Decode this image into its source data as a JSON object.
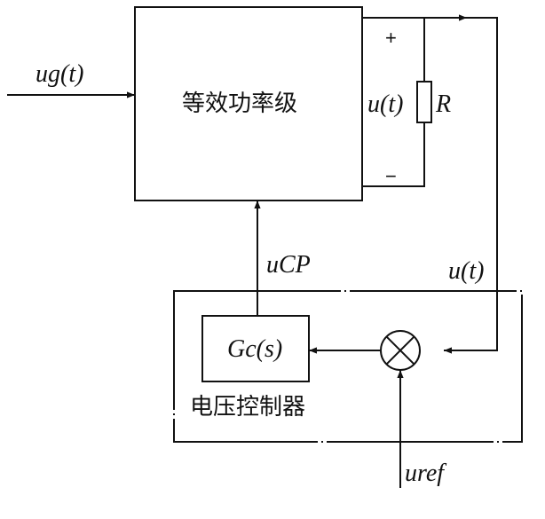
{
  "blocks": {
    "power_stage": "等效功率级",
    "controller": "电压控制器"
  },
  "signals": {
    "input": "ug(t)",
    "output": "u(t)",
    "feedback": "u(t)",
    "control": "uCP",
    "reference": "uref",
    "compensator": "Gc(s)",
    "load": "R"
  },
  "polarity": {
    "plus": "+",
    "minus": "−"
  }
}
